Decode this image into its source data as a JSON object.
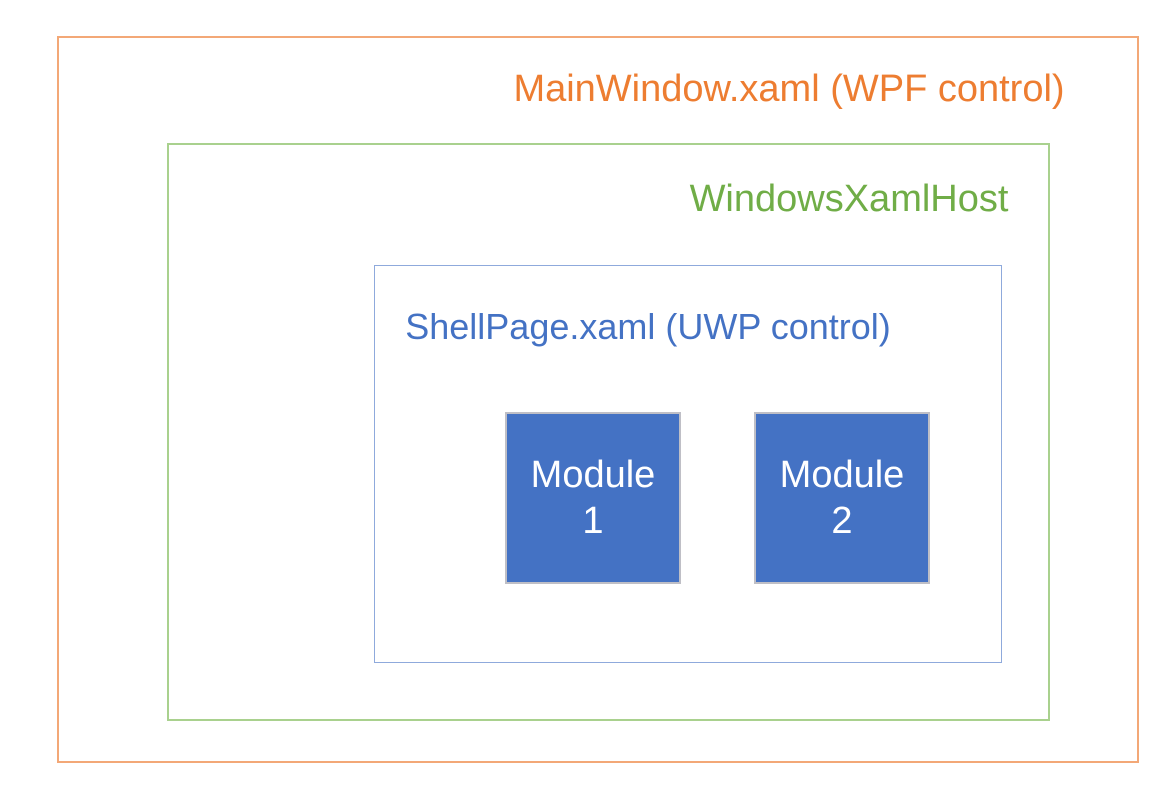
{
  "diagram": {
    "background_color": "#FFFFFF",
    "mainwindow": {
      "label": "MainWindow.xaml (WPF control)",
      "text_color": "#ED7D31",
      "border_color": "#F3A877"
    },
    "windowsxamlhost": {
      "label": "WindowsXamlHost",
      "text_color": "#70AD47",
      "border_color": "#A9D18E"
    },
    "shellpage": {
      "label": "ShellPage.xaml (UWP control)",
      "text_color": "#4472C4",
      "border_color": "#8FAADC"
    },
    "modules": [
      {
        "lines": [
          "Module",
          "1"
        ]
      },
      {
        "lines": [
          "Module",
          "2"
        ]
      }
    ],
    "module_style": {
      "fill_color": "#4472C4",
      "text_color": "#FFFFFF",
      "border_color": "#BFBFC6"
    }
  }
}
